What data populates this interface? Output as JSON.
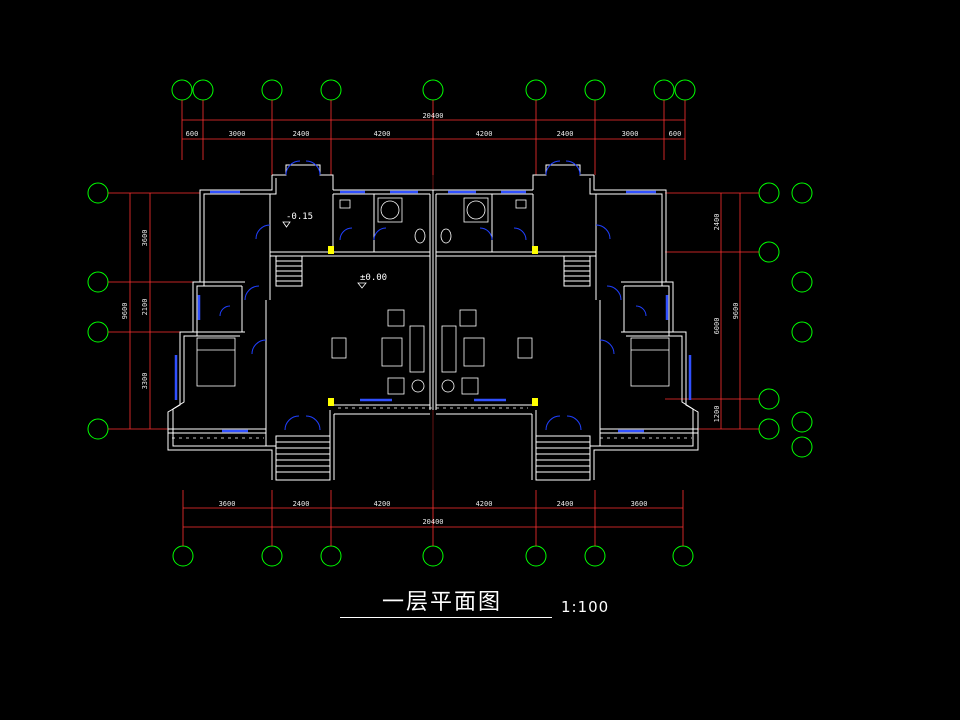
{
  "drawing": {
    "title": "一层平面图",
    "scale": "1:100"
  },
  "dimensions": {
    "top_total": "20400",
    "top_segments": [
      "600",
      "3000",
      "2400",
      "4200",
      "4200",
      "2400",
      "3000",
      "600"
    ],
    "bottom_segments": [
      "3600",
      "2400",
      "4200",
      "4200",
      "2400",
      "3600"
    ],
    "bottom_total": "20400",
    "left_segments": [
      "3600",
      "2100",
      "3300"
    ],
    "left_total": "9600",
    "right_segments": [
      "2400",
      "6000",
      "1200"
    ],
    "right_total": "9600"
  },
  "levels": {
    "entry": "-0.15",
    "floor": "±0.00"
  },
  "colors": {
    "background": "#000000",
    "axis_bubble": "#00ff00",
    "dimension_line": "#ff3030",
    "wall": "#ffffff",
    "window": "#3050ff",
    "column_marker": "#ffff00"
  }
}
